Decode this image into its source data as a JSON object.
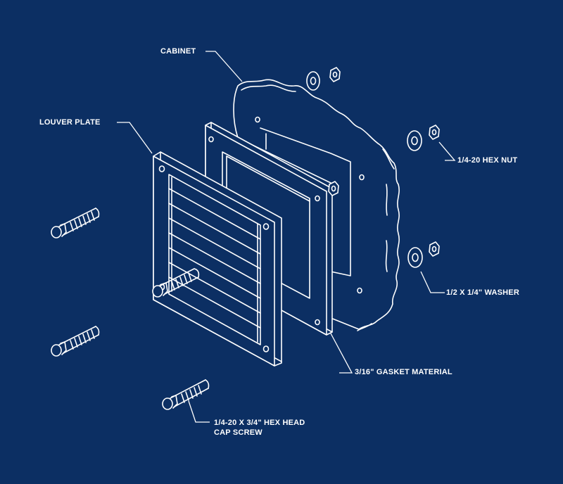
{
  "labels": {
    "cabinet": "CABINET",
    "louver_plate": "LOUVER PLATE",
    "hex_nut": "1/4-20 HEX NUT",
    "washer": "1/2 X 1/4\" WASHER",
    "gasket": "3/16\" GASKET MATERIAL",
    "cap_screw_line1": "1/4-20 X 3/4\" HEX HEAD",
    "cap_screw_line2": "CAP SCREW"
  },
  "colors": {
    "background": "#0c2f63",
    "line": "#ffffff"
  }
}
